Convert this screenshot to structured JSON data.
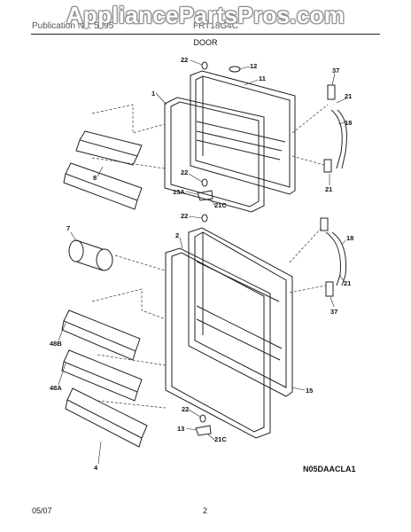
{
  "watermark": "AppliancePartsPros.com",
  "header": {
    "left": "Publication No: 5995",
    "right": "FRT18G4C"
  },
  "title": "DOOR",
  "drawing_code": "N05DAACLA1",
  "footer": {
    "date": "05/07",
    "page": "2"
  },
  "labels": {
    "l22a": "22",
    "l12": "12",
    "l11": "11",
    "l37a": "37",
    "l1": "1",
    "l21a": "21",
    "l18a": "18",
    "l8": "8",
    "l22b": "22",
    "l13a": "13A",
    "l21c1": "21C",
    "l21b": "21",
    "l22c": "22",
    "l7": "7",
    "l2": "2",
    "l18b": "18",
    "l21d": "21",
    "l37b": "37",
    "l48b": "48B",
    "l48a": "48A",
    "l15": "15",
    "l4": "4",
    "l22d": "22",
    "l13": "13",
    "l21c2": "21C"
  }
}
